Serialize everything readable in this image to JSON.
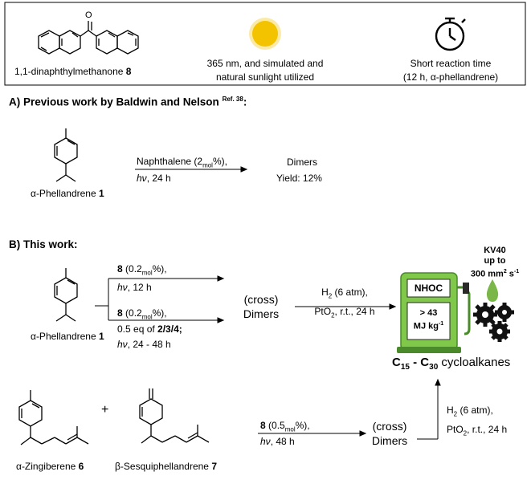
{
  "top_box": {
    "ketone_label": "1,1-dinaphthylmethanone",
    "ketone_num": "8",
    "light_line1": "365 nm, and simulated and",
    "light_line2": "natural sunlight utilized",
    "time_line1": "Short reaction time",
    "time_line2_pre": "(12 h, ",
    "time_alpha": "α",
    "time_line2_post": "-phellandrene)"
  },
  "section_a": {
    "heading": "A) Previous work by Baldwin and Nelson",
    "ref": "Ref. 38",
    "colon": ":",
    "reagent": "Naphthalene (2",
    "reagent_sub": "mol",
    "reagent_end": "%),",
    "conditions_hv": "hν",
    "conditions_rest": ", 24 h",
    "product": "Dimers",
    "yield": "Yield: 12%",
    "substrate": "α-Phellandrene",
    "substrate_num": "1"
  },
  "section_b": {
    "heading": "B) This work:",
    "substrate": "α-Phellandrene",
    "substrate_num": "1",
    "upper_cat": "8",
    "upper_cat_amt": " (0.2",
    "upper_cat_sub": "mol",
    "upper_cat_end": "%),",
    "upper_hv": "hν",
    "upper_time": ", 12 h",
    "lower_cat": "8",
    "lower_cat_amt": " (0.2",
    "lower_cat_sub": "mol",
    "lower_cat_end": "%),",
    "lower_eq": "0.5 eq of ",
    "lower_eq_bold": "2/3/4;",
    "lower_hv": "hν",
    "lower_time": ", 24 - 48 h",
    "mid_product_line1": "(cross)",
    "mid_product_line2": "Dimers",
    "hydro_line1_pre": "H",
    "hydro_line1_sub": "2",
    "hydro_line1_post": " (6 atm),",
    "hydro_line2_pre": "PtO",
    "hydro_line2_sub": "2",
    "hydro_line2_post": ", r.t., 24 h",
    "pump_label": "NHOC",
    "pump_value1": "> 43",
    "pump_value2": "MJ kg",
    "pump_value2_sup": "-1",
    "kv_line1": "KV40",
    "kv_line2": "up to",
    "kv_line3": "300 mm",
    "kv_line3_sup": "2",
    "kv_line3_mid": " s",
    "kv_line3_sup2": "-1",
    "cyclo_c15": "C",
    "cyclo_c15_sub": "15",
    "cyclo_dash": " - C",
    "cyclo_c30_sub": "30",
    "cyclo_rest": " cycloalkanes",
    "plus": "+",
    "zing": "α-Zingiberene",
    "zing_num": "6",
    "sesq": "β-Sesquiphellandrene",
    "sesq_num": "7",
    "bottom_cat": "8",
    "bottom_cat_amt": " (0.5",
    "bottom_cat_sub": "mol",
    "bottom_cat_end": "%),",
    "bottom_hv": "hν",
    "bottom_time": ", 48 h",
    "bottom_product_line1": "(cross)",
    "bottom_product_line2": "Dimers",
    "vert_line1_pre": "H",
    "vert_line1_sub": "2",
    "vert_line1_post": " (6 atm),",
    "vert_line2_pre": "PtO",
    "vert_line2_sub": "2",
    "vert_line2_post": ", r.t., 24 h"
  },
  "colors": {
    "sun": "#f3c400",
    "pump_green": "#7fc84a",
    "pump_dark": "#4a8a2a",
    "drop_green": "#7ab648"
  }
}
